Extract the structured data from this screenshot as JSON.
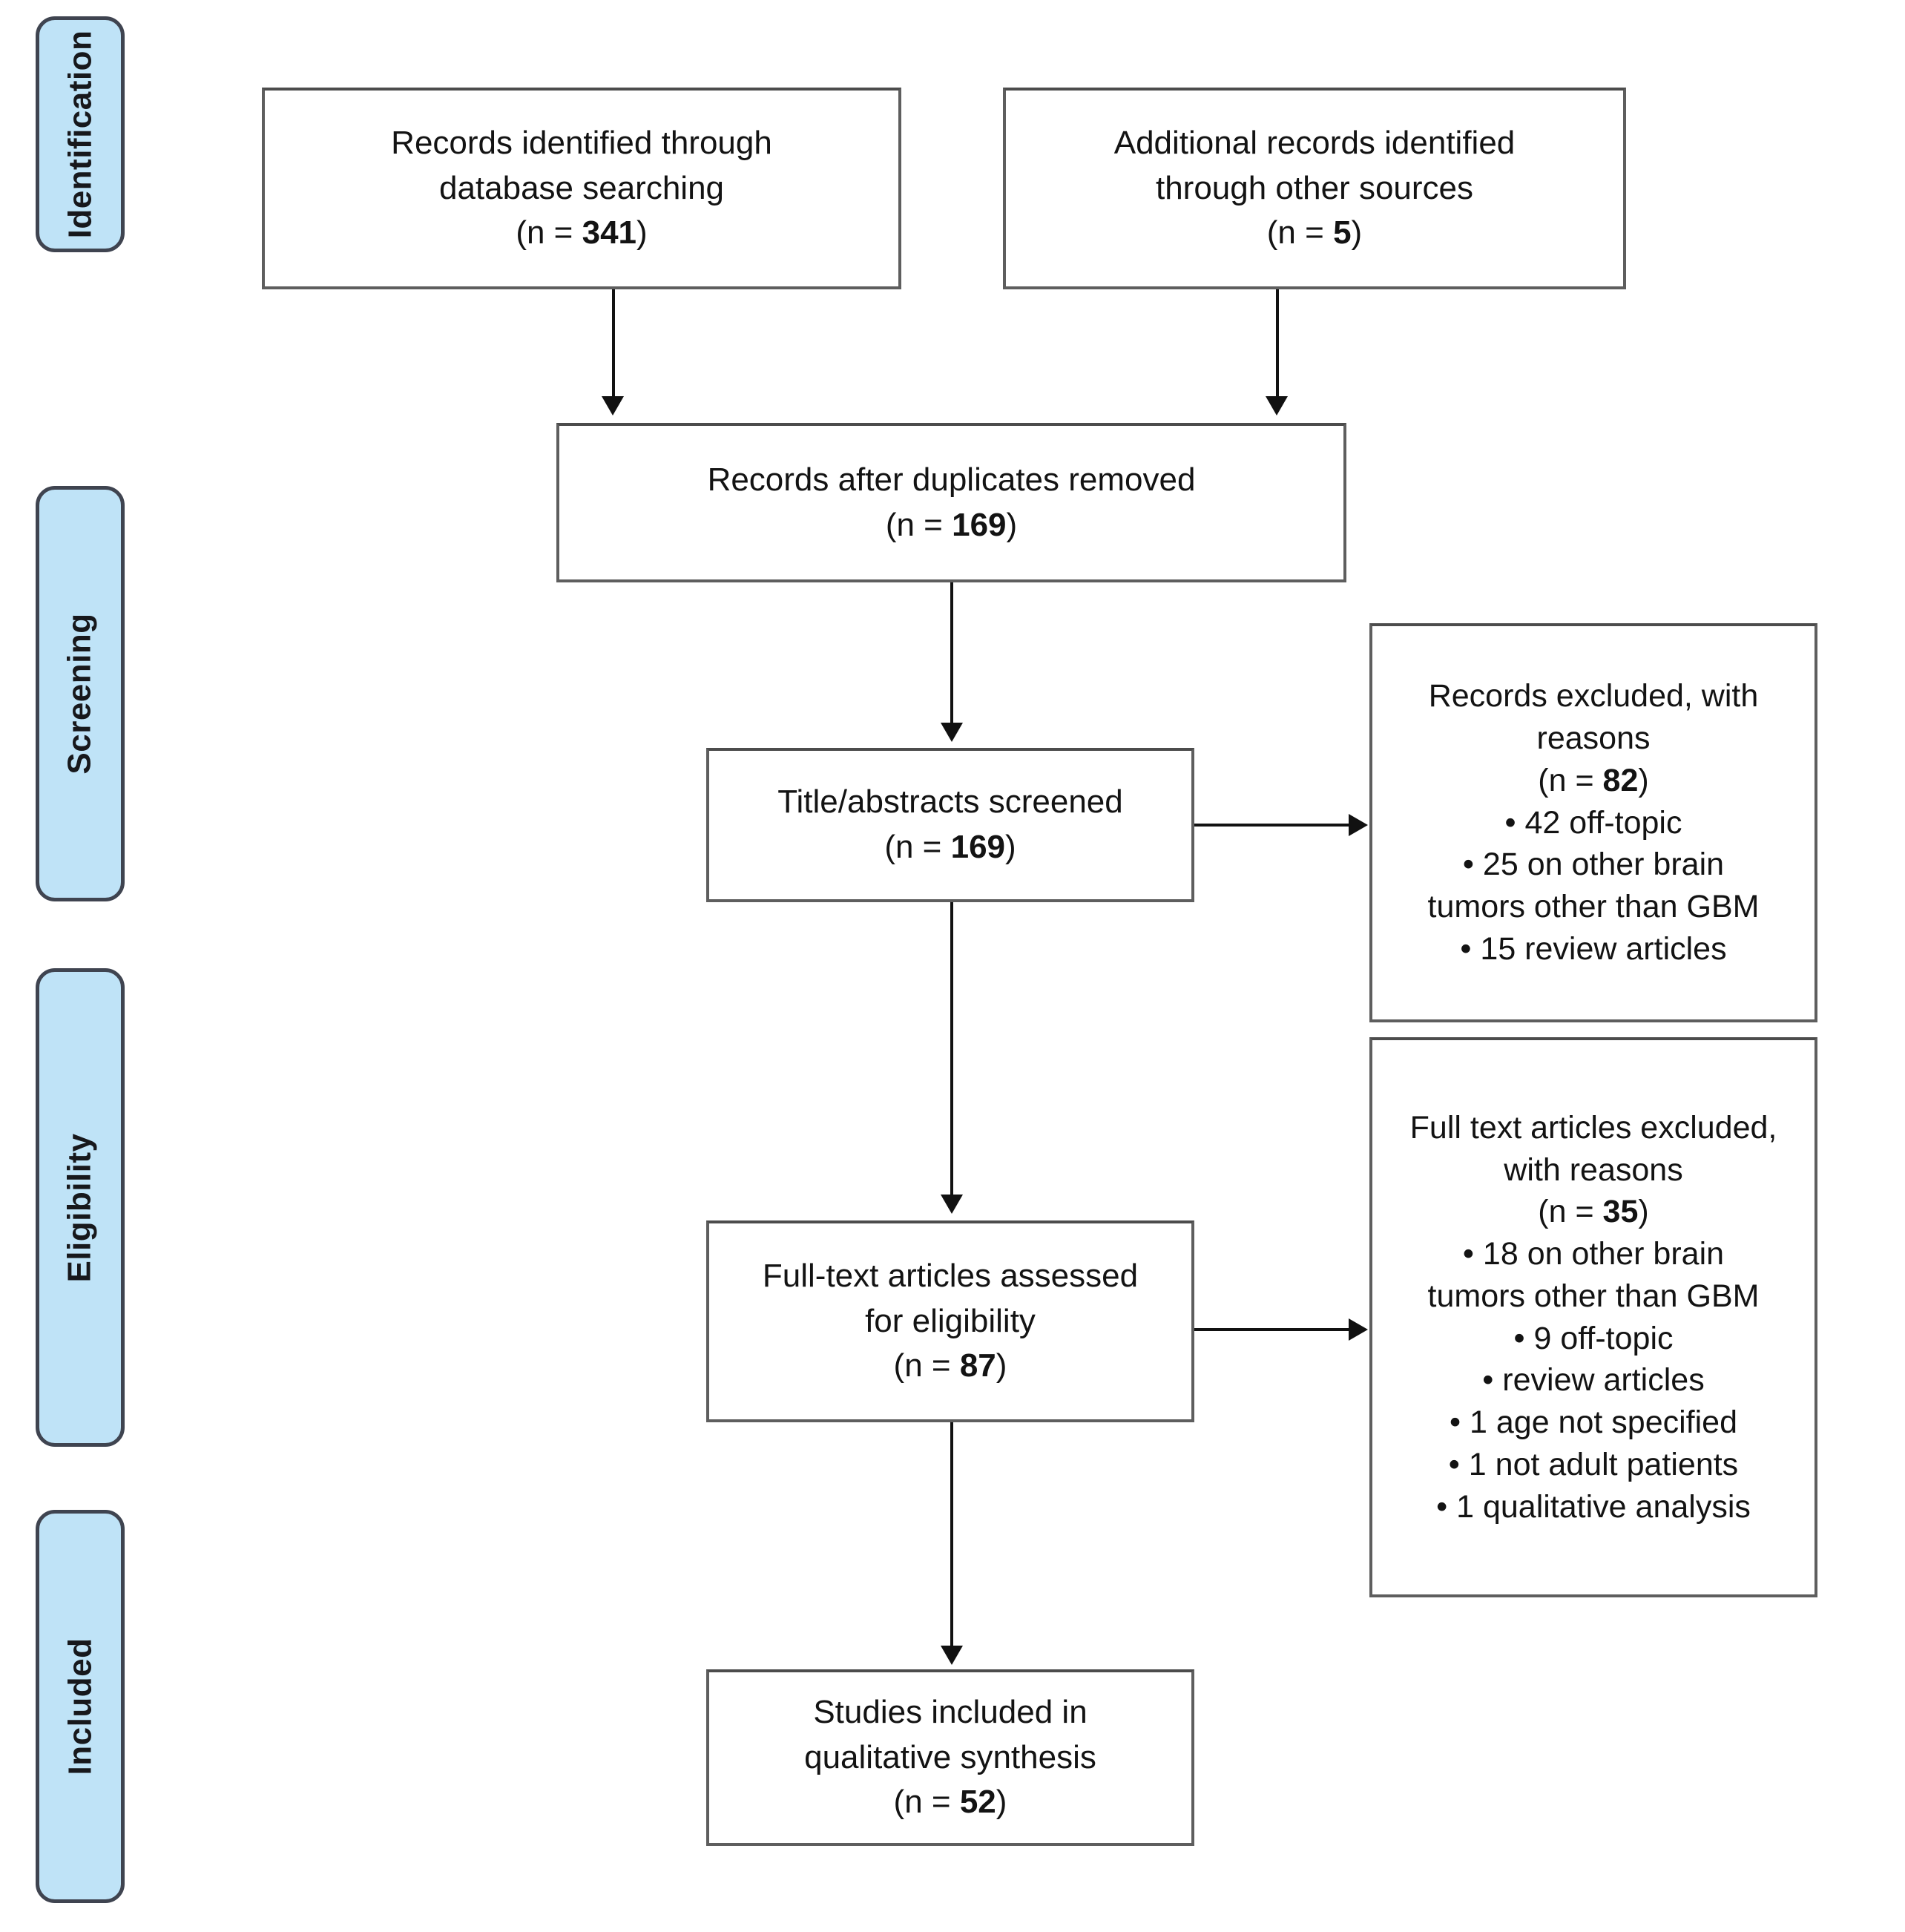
{
  "stages": [
    {
      "label": "Identification"
    },
    {
      "label": "Screening"
    },
    {
      "label": "Eligibility"
    },
    {
      "label": "Included"
    }
  ],
  "nodes": {
    "db_search": {
      "line1": "Records identified through",
      "line2": "database searching",
      "count_prefix": "(n = ",
      "count": "341",
      "count_suffix": ")"
    },
    "other_sources": {
      "line1": "Additional records identified",
      "line2": "through other sources",
      "count_prefix": "(n = ",
      "count": "5",
      "count_suffix": ")"
    },
    "duplicates_removed": {
      "line1": "Records after duplicates removed",
      "count_prefix": "(n = ",
      "count": "169",
      "count_suffix": ")"
    },
    "titles_screened": {
      "line1": "Title/abstracts screened",
      "count_prefix": "(n = ",
      "count": "169",
      "count_suffix": ")"
    },
    "records_excluded": {
      "line1": "Records excluded, with",
      "line2": "reasons",
      "count_prefix": "(n = ",
      "count": "82",
      "count_suffix": ")",
      "bullets": [
        "• 42 off-topic",
        "• 25 on other brain",
        "tumors other than GBM",
        "• 15 review articles"
      ]
    },
    "fulltext_assessed": {
      "line1": "Full-text articles assessed",
      "line2": "for eligibility",
      "count_prefix": "(n = ",
      "count": "87",
      "count_suffix": ")"
    },
    "fulltext_excluded": {
      "line1": "Full text articles excluded,",
      "line2": "with reasons",
      "count_prefix": "(n = ",
      "count": "35",
      "count_suffix": ")",
      "bullets": [
        "• 18 on other brain",
        "tumors other than GBM",
        "• 9 off-topic",
        "• review articles",
        "• 1 age not specified",
        "• 1 not adult patients",
        "• 1 qualitative analysis"
      ]
    },
    "studies_included": {
      "line1": "Studies included in",
      "line2": "qualitative synthesis",
      "count_prefix": "(n = ",
      "count": "52",
      "count_suffix": ")"
    }
  },
  "colors": {
    "rail_fill": "#bfe3f7",
    "rail_border": "#3f4450",
    "node_border": "#5e5e5e",
    "connector": "#111111",
    "text": "#131313"
  }
}
